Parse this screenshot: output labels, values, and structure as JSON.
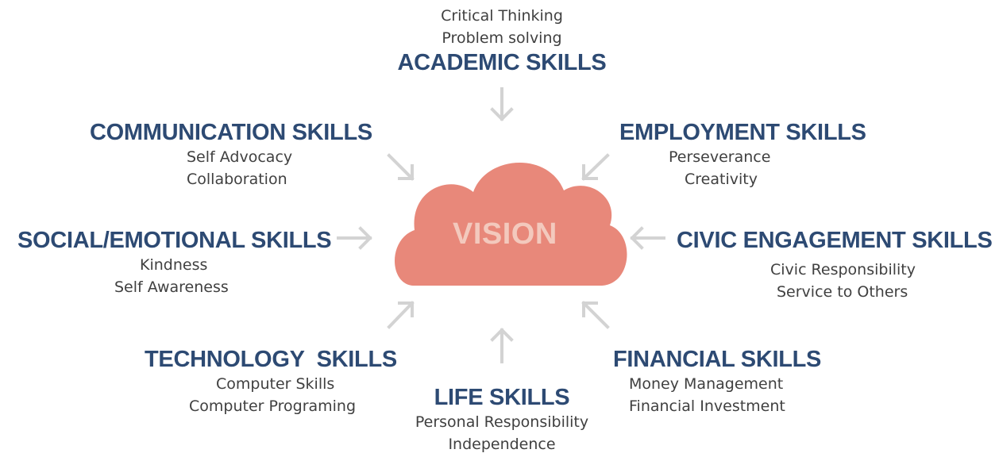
{
  "center": {
    "label": "VISION",
    "cloud_color": "#e8887a",
    "label_color": "#f3c9bd"
  },
  "colors": {
    "title": "#2d4a73",
    "subtitle": "#404040",
    "arrow": "#d3d3d3"
  },
  "groups": {
    "academic": {
      "title": "ACADEMIC SKILLS",
      "items": [
        "Critical Thinking",
        "Problem solving"
      ]
    },
    "communication": {
      "title": "COMMUNICATION SKILLS",
      "items": [
        "Self Advocacy",
        "Collaboration"
      ]
    },
    "employment": {
      "title": "EMPLOYMENT SKILLS",
      "items": [
        "Perseverance",
        "Creativity"
      ]
    },
    "social": {
      "title": "SOCIAL/EMOTIONAL SKILLS",
      "items": [
        "Kindness",
        "Self Awareness"
      ]
    },
    "civic": {
      "title": "CIVIC ENGAGEMENT SKILLS",
      "items": [
        "Civic Responsibility",
        "Service to Others"
      ]
    },
    "technology": {
      "title": "TECHNOLOGY  SKILLS",
      "items": [
        "Computer Skills",
        "Computer Programing"
      ]
    },
    "life": {
      "title": "LIFE SKILLS",
      "items": [
        "Personal Responsibility",
        "Independence"
      ]
    },
    "financial": {
      "title": "FINANCIAL SKILLS",
      "items": [
        "Money Management",
        "Financial Investment"
      ]
    }
  }
}
